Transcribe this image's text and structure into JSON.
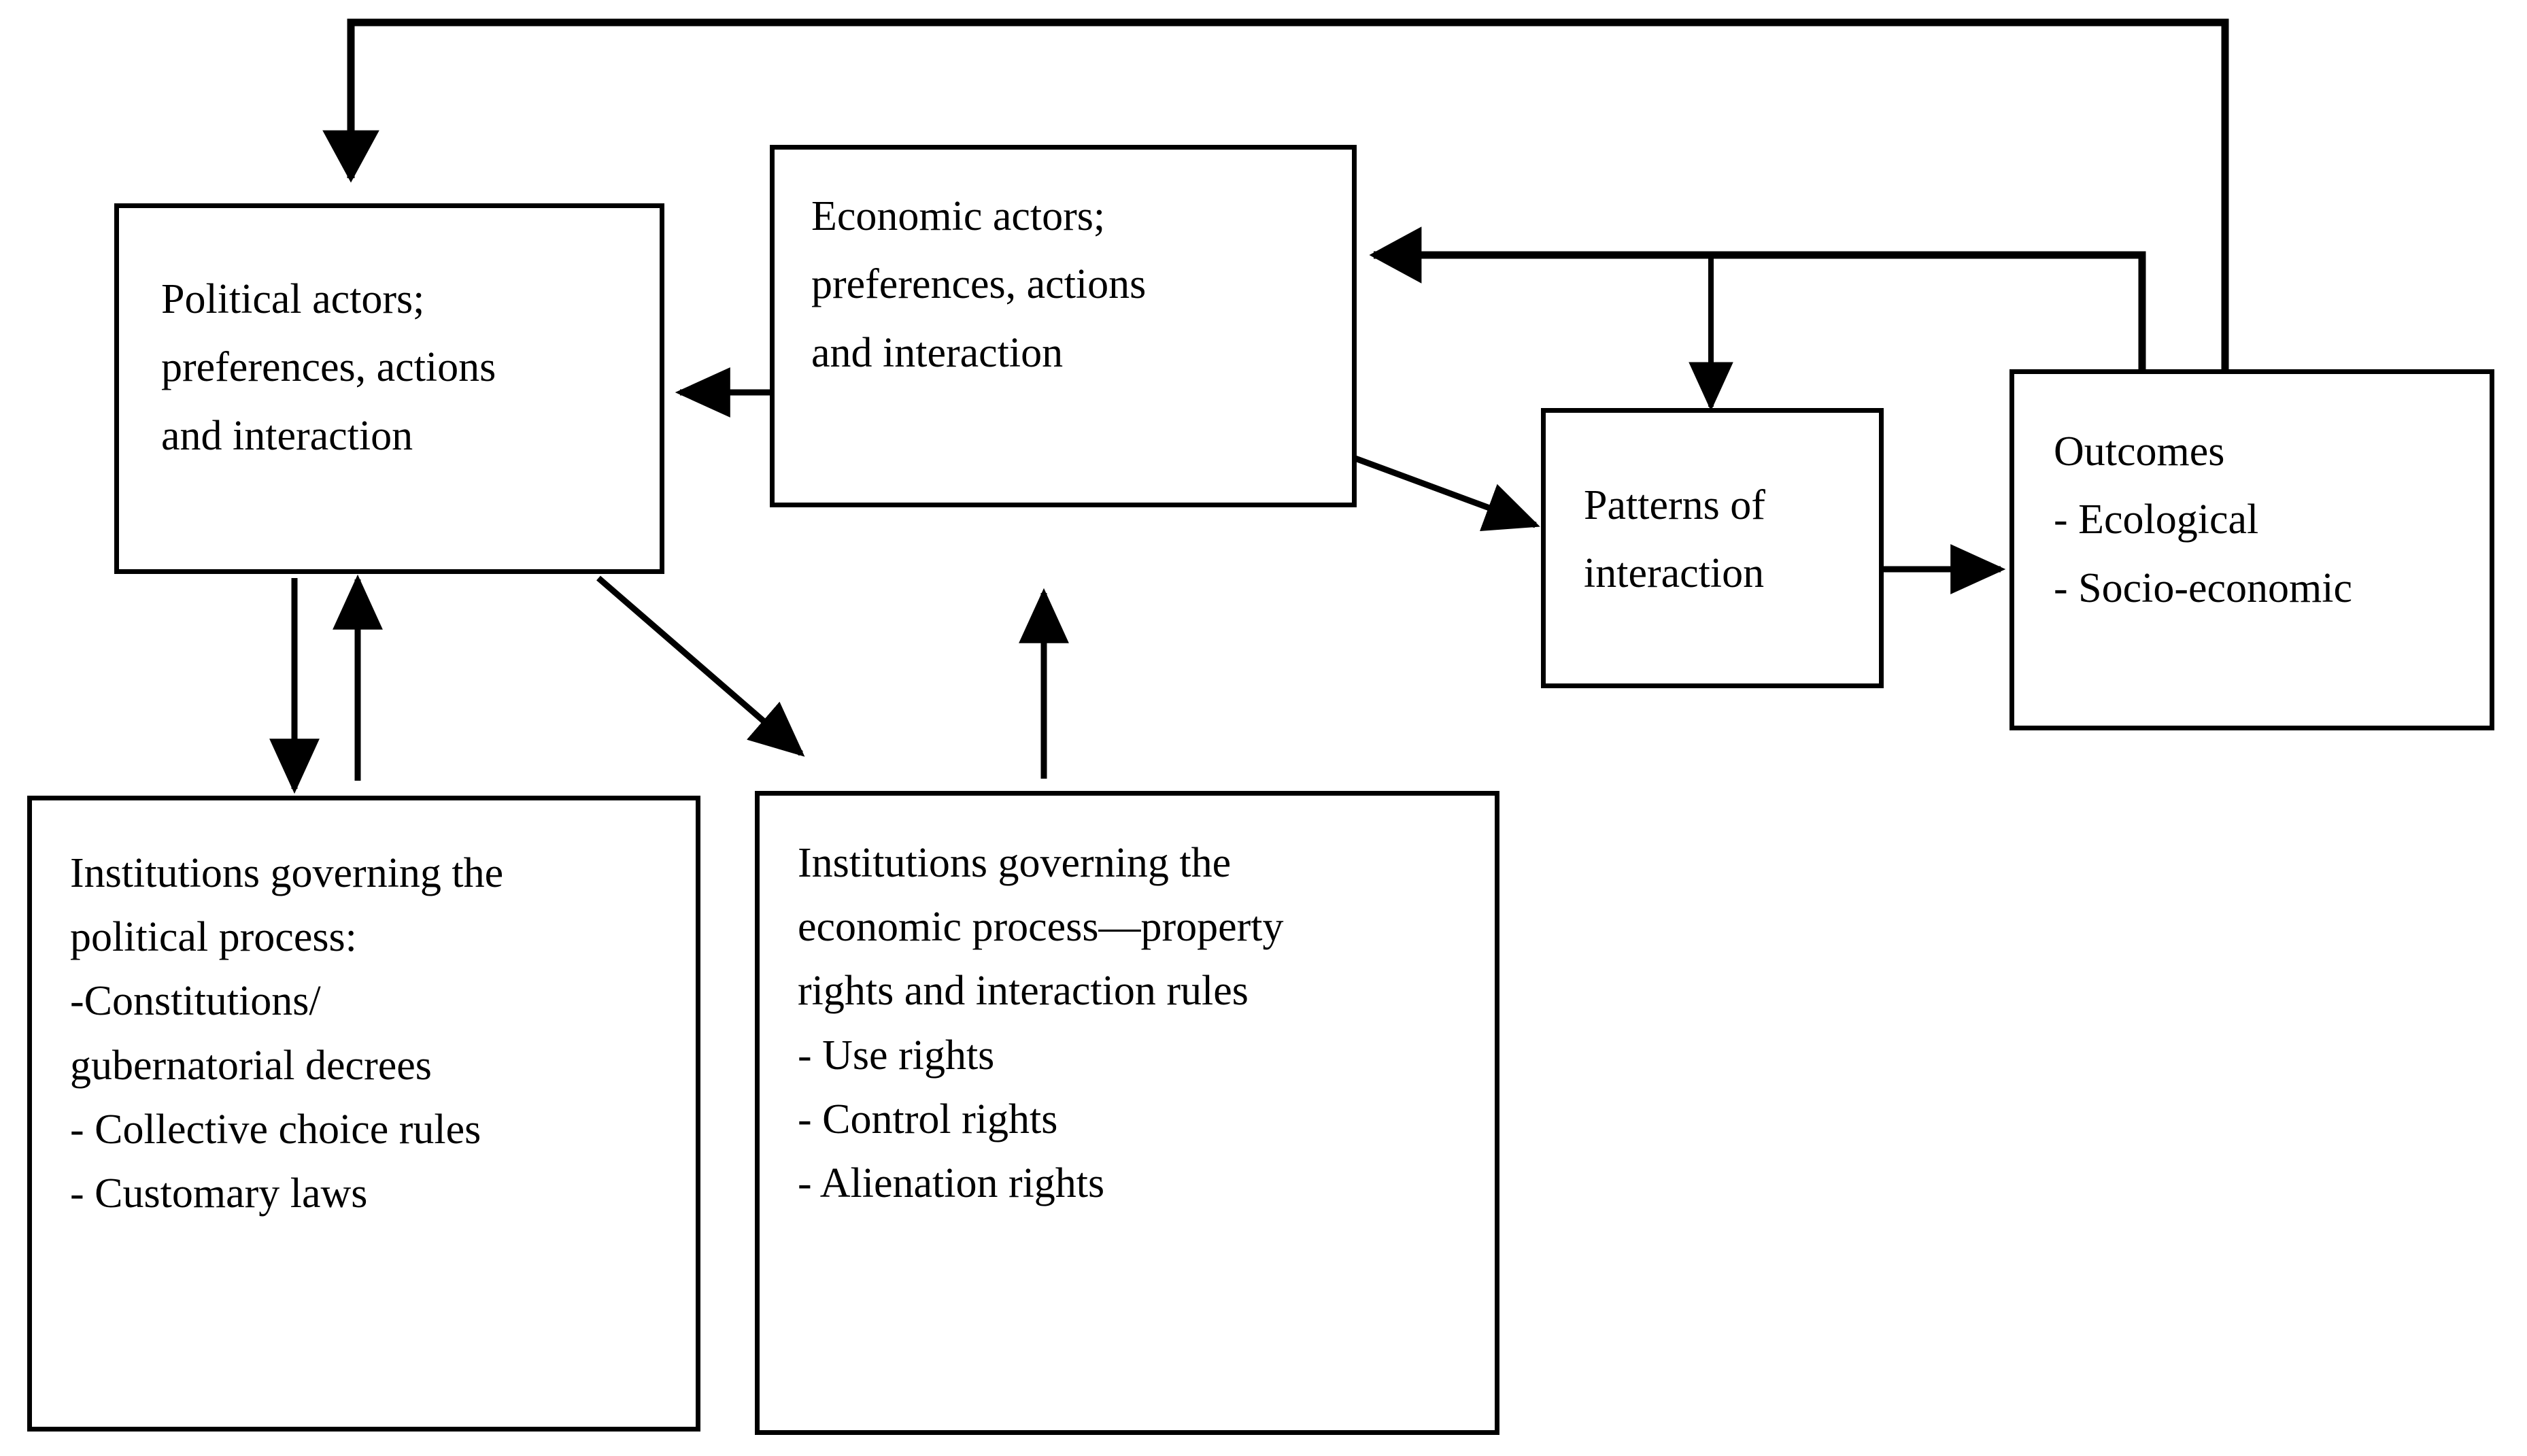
{
  "diagram": {
    "title": "Institutional analysis framework of political and economic actors",
    "background_color": "#ffffff",
    "line_color": "#000000",
    "nodes": {
      "political_actors": {
        "label": "Political actors;\npreferences, actions\nand interaction"
      },
      "economic_actors": {
        "label": "Economic actors;\npreferences, actions\nand interaction"
      },
      "patterns_of_interaction": {
        "label": "Patterns    of\ninteraction"
      },
      "outcomes": {
        "label": "Outcomes\n- Ecological\n- Socio-economic"
      },
      "political_institutions": {
        "label": "Institutions governing the\npolitical process:\n-Constitutions/\ngubernatorial decrees\n- Collective choice rules\n- Customary laws"
      },
      "economic_institutions": {
        "label": "Institutions governing the\neconomic process—property\nrights and interaction rules\n- Use rights\n- Control rights\n- Alienation rights"
      }
    },
    "edges": [
      {
        "id": "outcomes-to-political",
        "from": "outcomes",
        "to": "political_actors",
        "style": "orthogonal-feedback-top"
      },
      {
        "id": "outcomes-to-economic",
        "from": "outcomes",
        "to": "economic_actors",
        "style": "orthogonal-feedback"
      },
      {
        "id": "economic-to-political",
        "from": "economic_actors",
        "to": "political_actors",
        "style": "straight-horizontal"
      },
      {
        "id": "economic-to-patterns",
        "from": "economic_actors",
        "to": "patterns_of_interaction",
        "style": "diagonal"
      },
      {
        "id": "feedback-to-patterns",
        "from": "outcomes",
        "to": "patterns_of_interaction",
        "style": "vertical-branch"
      },
      {
        "id": "patterns-to-outcomes",
        "from": "patterns_of_interaction",
        "to": "outcomes",
        "style": "straight-horizontal"
      },
      {
        "id": "political-to-political-inst",
        "from": "political_actors",
        "to": "political_institutions",
        "style": "vertical-down"
      },
      {
        "id": "political-inst-to-political",
        "from": "political_institutions",
        "to": "political_actors",
        "style": "vertical-up"
      },
      {
        "id": "political-to-economic-inst",
        "from": "political_actors",
        "to": "economic_institutions",
        "style": "diagonal"
      },
      {
        "id": "economic-inst-to-economic",
        "from": "economic_institutions",
        "to": "economic_actors",
        "style": "vertical-up"
      }
    ]
  }
}
